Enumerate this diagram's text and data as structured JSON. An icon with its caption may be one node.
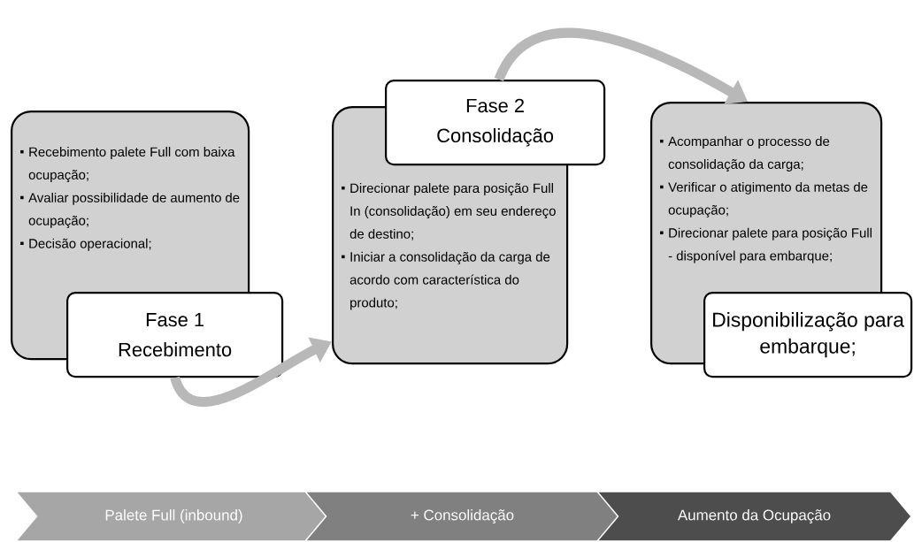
{
  "diagram": {
    "nodes": [
      {
        "text": [
          "Recebimento  palete Full com baixa ocupação;",
          "Avaliar possibilidade de aumento de ocupação;",
          "Decisão operacional;"
        ]
      },
      {
        "text": [
          "Fase 1",
          "Recebimento"
        ]
      },
      {
        "text": [
          "Direcionar palete para posição Full In (consolidação) em seu endereço de destino;",
          "Iniciar a consolidação da carga de acordo com característica do produto;"
        ]
      },
      {
        "text": [
          "Fase 2",
          "Consolidação"
        ]
      },
      {
        "text": [
          "Acompanhar o processo de consolidação da carga;",
          "Verificar o atigimento da metas de ocupação;",
          "Direcionar palete para posição Full - disponível para embarque;"
        ]
      },
      {
        "text": [
          "Disponibilização para embarque;"
        ]
      },
      {
        "text": [
          "Palete Full (inbound)"
        ]
      },
      {
        "text": [
          "+ Consolidação"
        ]
      },
      {
        "text": [
          "Aumento da Ocupação"
        ]
      }
    ],
    "edges": [
      {
        "from": 1,
        "to": 2,
        "arrow": "to"
      },
      {
        "from": 3,
        "to": 4,
        "arrow": "to"
      }
    ]
  }
}
